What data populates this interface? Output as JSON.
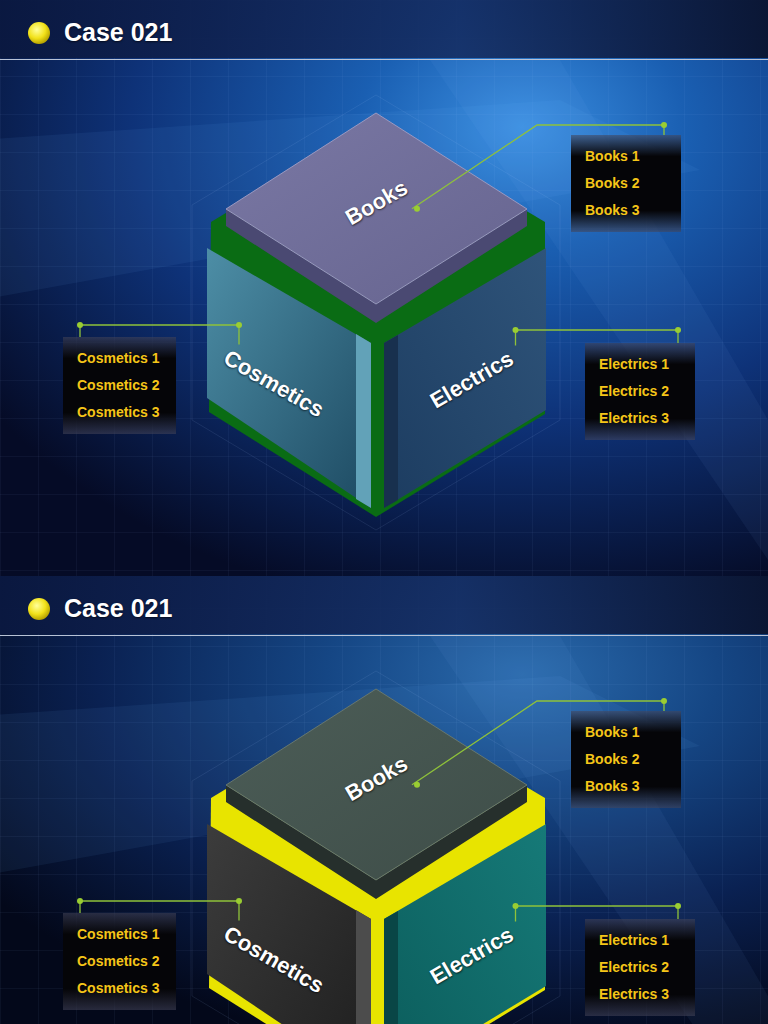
{
  "diagram": {
    "title": "Case 021",
    "nodes": [
      {
        "text": [
          "Books"
        ]
      },
      {
        "text": [
          "Books 1",
          "Books 2",
          "Books 3"
        ]
      },
      {
        "text": [
          "Cosmetics 1",
          "Cosmetics 2",
          "Cosmetics 3"
        ]
      },
      {
        "text": [
          "Cosmetics"
        ]
      },
      {
        "text": [
          "Electrics"
        ]
      },
      {
        "text": [
          "Electrics 1",
          "Electrics 2",
          "Electrics 3"
        ]
      },
      {
        "text": [
          "Books"
        ]
      },
      {
        "text": [
          "Books 1",
          "Books 2",
          "Books 3"
        ]
      },
      {
        "text": [
          "Cosmetics 1",
          "Cosmetics 2",
          "Cosmetics 3"
        ]
      },
      {
        "text": [
          "Cosmetics"
        ]
      },
      {
        "text": [
          "Electrics"
        ]
      },
      {
        "text": [
          "Electrics 1",
          "Electrics 2",
          "Electrics 3"
        ]
      }
    ],
    "edges": [
      {
        "from": 0,
        "to": 1,
        "arrow": "none"
      },
      {
        "from": 3,
        "to": 2,
        "arrow": "none"
      },
      {
        "from": 4,
        "to": 5,
        "arrow": "none"
      },
      {
        "from": 6,
        "to": 7,
        "arrow": "none"
      },
      {
        "from": 9,
        "to": 8,
        "arrow": "none"
      },
      {
        "from": 10,
        "to": 11,
        "arrow": "none"
      }
    ],
    "labels": [
      "Case 021"
    ]
  }
}
